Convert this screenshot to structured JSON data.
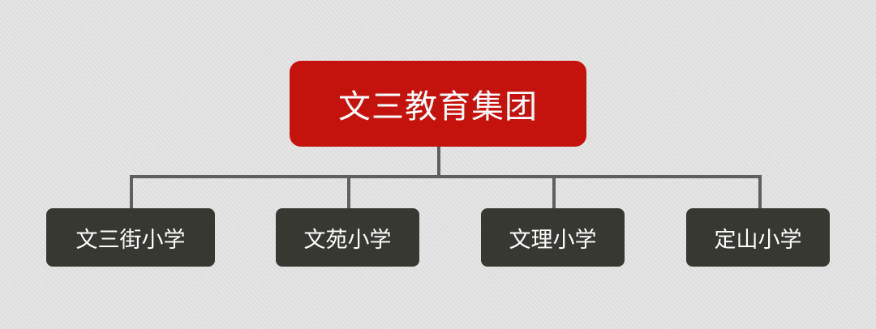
{
  "diagram": {
    "type": "org-chart",
    "root": {
      "label": "文三教育集团",
      "color": "#c4130c"
    },
    "children": [
      {
        "label": "文三街小学",
        "color": "#383833"
      },
      {
        "label": "文苑小学",
        "color": "#383833"
      },
      {
        "label": "文理小学",
        "color": "#383833"
      },
      {
        "label": "定山小学",
        "color": "#383833"
      }
    ],
    "connector_color": "#5f5f5f",
    "background_color": "#e1e1e1"
  }
}
